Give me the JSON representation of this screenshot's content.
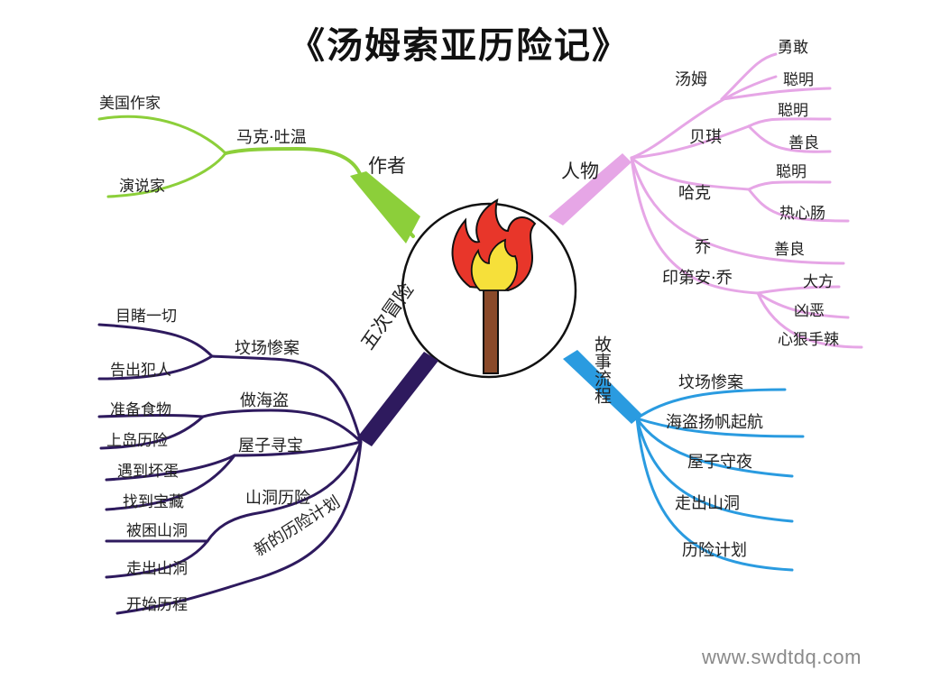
{
  "title": "《汤姆索亚历险记》",
  "watermark": "www.swdtdq.com",
  "colors": {
    "author": "#8ccf3a",
    "characters": "#e6a6e6",
    "adventures": "#2e1a5e",
    "plot": "#2a9be0",
    "flame_outer": "#e8362a",
    "flame_inner": "#f6e03a",
    "torch": "#8a4a2a"
  },
  "center_icon": "torch-icon",
  "branches": {
    "author": {
      "label": "作者",
      "sub": "马克·吐温",
      "leaves": [
        "美国作家",
        "演说家"
      ]
    },
    "characters": {
      "label": "人物",
      "items": [
        {
          "name": "汤姆",
          "traits": [
            "勇敢",
            "聪明"
          ]
        },
        {
          "name": "贝琪",
          "traits": [
            "聪明",
            "善良"
          ]
        },
        {
          "name": "哈克",
          "traits": [
            "聪明",
            "热心肠"
          ]
        },
        {
          "name": "乔",
          "traits": [
            "善良"
          ]
        },
        {
          "name": "印第安·乔",
          "traits": [
            "大方",
            "凶恶",
            "心狠手辣"
          ]
        }
      ]
    },
    "adventures": {
      "label": "五次冒险",
      "items": [
        {
          "name": "坟场惨案",
          "leaves": [
            "目睹一切",
            "告出犯人"
          ]
        },
        {
          "name": "做海盗",
          "leaves": [
            "准备食物",
            "上岛历险"
          ]
        },
        {
          "name": "屋子寻宝",
          "leaves": [
            "遇到坏蛋",
            "找到宝藏"
          ]
        },
        {
          "name": "山洞历险",
          "leaves": [
            "被困山洞",
            "走出山洞"
          ]
        },
        {
          "name": "新的历险计划",
          "leaves": [
            "开始历程"
          ]
        }
      ]
    },
    "plot": {
      "label": "故事流程",
      "items": [
        "坟场惨案",
        "海盗扬帆起航",
        "屋子守夜",
        "走出山洞",
        "历险计划"
      ]
    }
  }
}
